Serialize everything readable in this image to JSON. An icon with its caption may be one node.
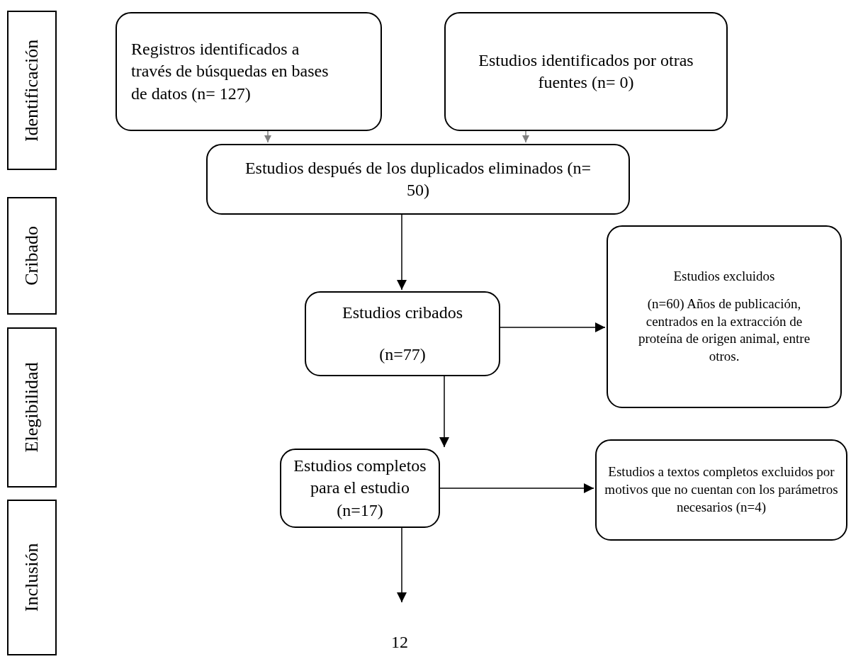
{
  "diagram": {
    "nodes": [
      {
        "text": [
          "Identificación"
        ]
      },
      {
        "text": [
          "Cribado"
        ]
      },
      {
        "text": [
          "Elegibilidad"
        ]
      },
      {
        "text": [
          "Inclusión"
        ]
      },
      {
        "text": [
          "Registros identificados a través de búsquedas en bases de datos (n= 127)"
        ]
      },
      {
        "text": [
          "Estudios identificados por otras fuentes (n= 0)"
        ]
      },
      {
        "text": [
          "Estudios después de los duplicados eliminados (n= 50)"
        ]
      },
      {
        "text": [
          "Estudios cribados",
          "(n=77)"
        ]
      },
      {
        "text": [
          "Estudios excluidos",
          "(n=60) Años de publicación, centrados en la extracción de proteína de origen animal, entre otros."
        ]
      },
      {
        "text": [
          "Estudios completos para el estudio (n=17)"
        ]
      },
      {
        "text": [
          "Estudios a textos completos excluidos por motivos que no cuentan con los parámetros necesarios (n=4)"
        ]
      }
    ],
    "edges": [
      {
        "from": 4,
        "to": 6,
        "arrow": "to",
        "color": "#808080"
      },
      {
        "from": 5,
        "to": 6,
        "arrow": "to",
        "color": "#808080"
      },
      {
        "from": 6,
        "to": 7,
        "arrow": "to"
      },
      {
        "from": 7,
        "to": 8,
        "arrow": "to"
      },
      {
        "from": 7,
        "to": 9,
        "arrow": "to"
      },
      {
        "from": 9,
        "to": 10,
        "arrow": "to"
      },
      {
        "from": 9,
        "to": null,
        "arrow": "to"
      }
    ],
    "labels": [
      "12"
    ]
  }
}
